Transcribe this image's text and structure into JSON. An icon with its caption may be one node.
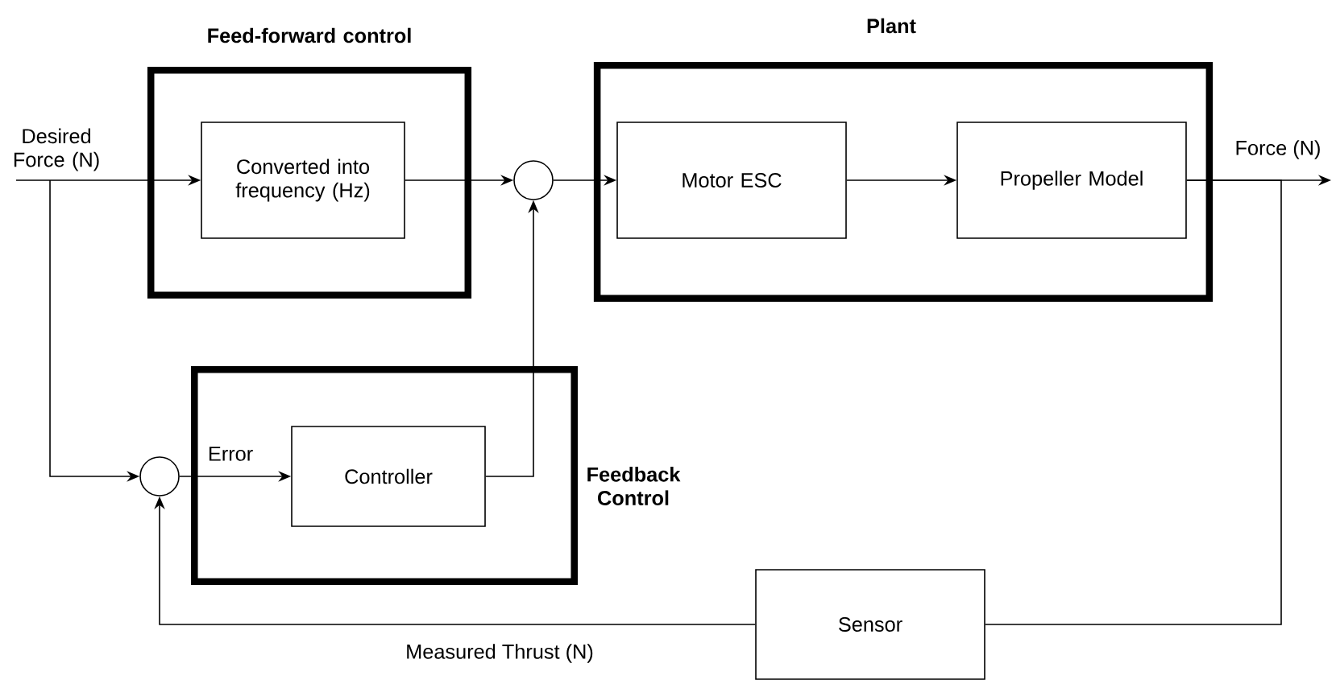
{
  "diagram": {
    "nodes": [
      {
        "text": [
          "Feed-forward control"
        ]
      },
      {
        "text": [
          "Converted into frequency (Hz)"
        ],
        "in": 0
      },
      {
        "text": [
          "Plant"
        ]
      },
      {
        "text": [
          "Motor ESC"
        ],
        "in": 2
      },
      {
        "text": [
          "Propeller Model"
        ],
        "in": 2
      },
      {
        "text": [],
        "shape": "circle"
      },
      {
        "text": [
          "Feedback Control"
        ]
      },
      {
        "text": [
          "Controller"
        ],
        "in": 6
      },
      {
        "text": [],
        "shape": "circle"
      },
      {
        "text": [
          "Sensor"
        ]
      }
    ],
    "edges": [
      {
        "from": null,
        "to": 1,
        "arrow": "to",
        "label": "Desired Force (N)"
      },
      {
        "from": 1,
        "to": 5,
        "arrow": "to"
      },
      {
        "from": 5,
        "to": 3,
        "arrow": "to"
      },
      {
        "from": 3,
        "to": 4,
        "arrow": "to"
      },
      {
        "from": 4,
        "to": null,
        "arrow": "to",
        "label": "Force (N)"
      },
      {
        "from": null,
        "to": 8,
        "arrow": "to"
      },
      {
        "from": 8,
        "to": 7,
        "arrow": "to",
        "label": "Error"
      },
      {
        "from": 7,
        "to": 5,
        "arrow": "to"
      },
      {
        "from": 4,
        "to": 9,
        "arrow": "none"
      },
      {
        "from": 9,
        "to": 8,
        "arrow": "to",
        "label": "Measured Thrust (N)"
      }
    ]
  }
}
